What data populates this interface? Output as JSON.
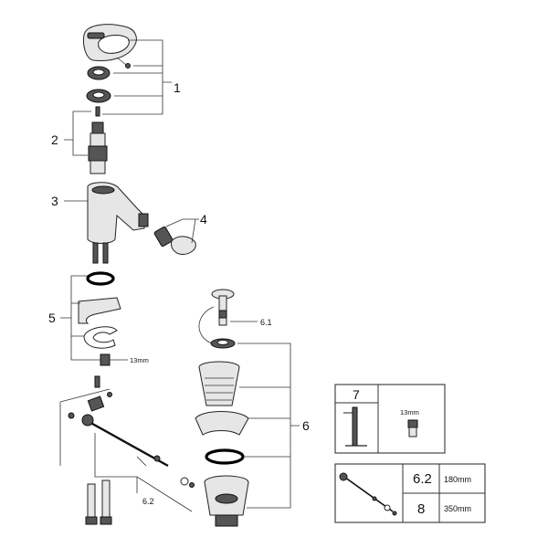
{
  "callouts": {
    "c1": "1",
    "c2": "2",
    "c3": "3",
    "c4": "4",
    "c5": "5",
    "c6": "6",
    "c6_1": "6.1",
    "c6_2": "6.2"
  },
  "dimensions": {
    "nut_size_left": "13mm"
  },
  "legend_tools": {
    "tool_number": "7",
    "nut_size": "13mm"
  },
  "legend_rods": {
    "rows": [
      {
        "ref": "6.2",
        "length": "180mm"
      },
      {
        "ref": "8",
        "length": "350mm"
      }
    ]
  }
}
